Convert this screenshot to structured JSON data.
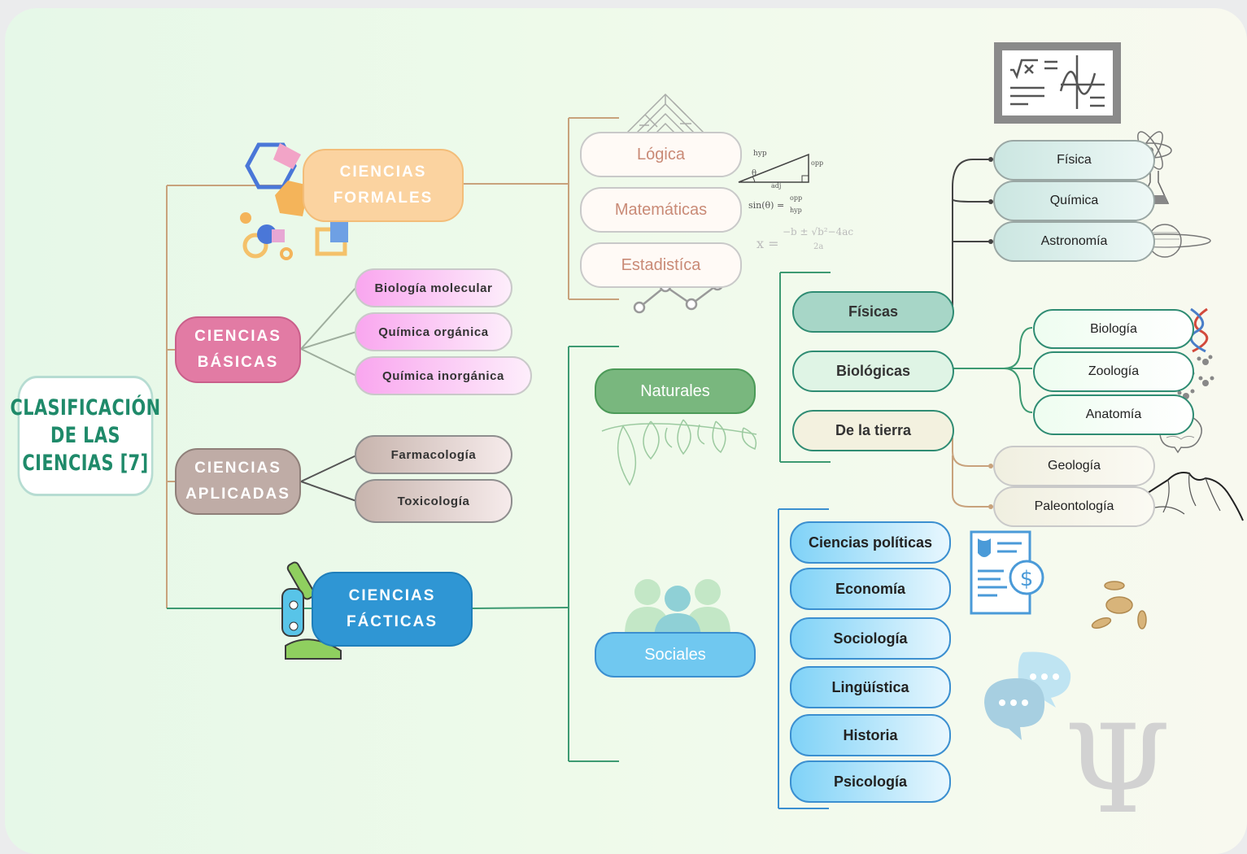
{
  "title": "CLASIFICACIÓN\nDE LAS\nCIENCIAS [7]",
  "categories": {
    "formales": "CIENCIAS\nFORMALES",
    "basicas": "CIENCIAS\nBÁSICAS",
    "aplicadas": "CIENCIAS\nAPLICADAS",
    "facticas": "CIENCIAS\nFÁCTICAS"
  },
  "formales_items": [
    "Lógica",
    "Matemáticas",
    "Estadistíca"
  ],
  "basicas_items": [
    "Biología molecular",
    "Química orgánica",
    "Química inorgánica"
  ],
  "aplicadas_items": [
    "Farmacología",
    "Toxicología"
  ],
  "facticas_branches": {
    "naturales": "Naturales",
    "sociales": "Sociales"
  },
  "naturales_groups": {
    "fisicas": "Físicas",
    "biologicas": "Biológicas",
    "tierra": "De la tierra"
  },
  "fisicas_items": [
    "Física",
    "Química",
    "Astronomía"
  ],
  "biologicas_items": [
    "Biología",
    "Zoología",
    "Anatomía"
  ],
  "tierra_items": [
    "Geología",
    "Paleontología"
  ],
  "sociales_items": [
    "Ciencias  políticas",
    "Economía",
    "Sociología",
    "Lingüística",
    "Historia",
    "Psicología"
  ],
  "formulas": {
    "hyp": "hyp",
    "opp": "opp",
    "adj": "adj",
    "sin_lhs": "sin(θ) =",
    "sin_num": "opp",
    "sin_den": "hyp",
    "quad_lhs": "x =",
    "quad_num": "−b ± √b²−4ac",
    "quad_den": "2a",
    "theta": "θ"
  },
  "psi_symbol": "Ψ",
  "colors": {
    "formales": "#fbd3a0",
    "basicas": "#e27ba4",
    "aplicadas": "#bfaca6",
    "facticas": "#2f96d4",
    "naturales": "#79b77e",
    "sociales": "#70c8f0",
    "root_text": "#1f8a6a"
  },
  "icons": [
    "geometric-shapes-icon",
    "microscope-icon",
    "maze-icon",
    "line-graph-icon",
    "chalkboard-icon",
    "atom-icon",
    "flask-icon",
    "planet-icon",
    "dna-icon",
    "paw-prints-icon",
    "brain-icon",
    "mountain-icon",
    "leaves-icon",
    "people-group-icon",
    "document-dollar-icon",
    "coins-icon",
    "chat-bubbles-icon",
    "psi-icon"
  ]
}
